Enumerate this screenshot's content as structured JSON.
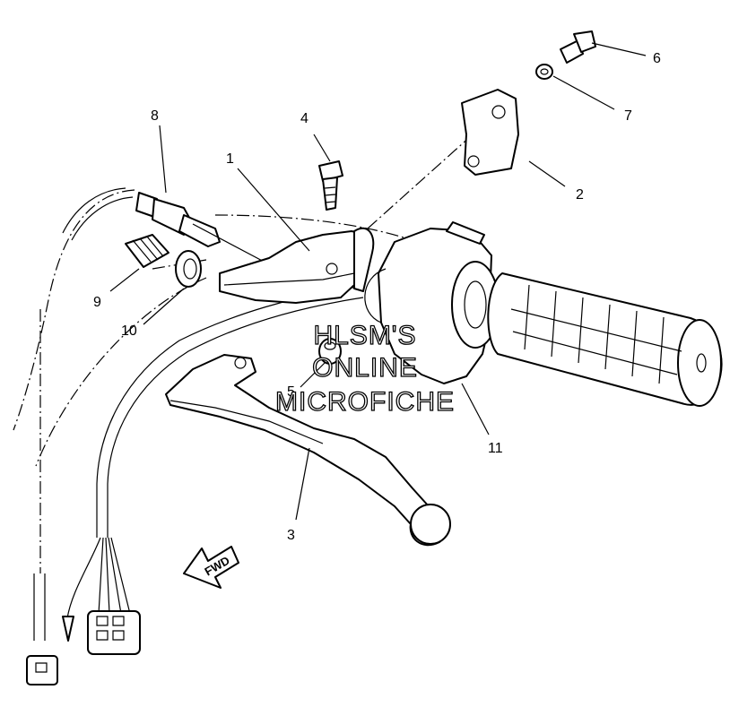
{
  "callouts": [
    "1",
    "2",
    "3",
    "4",
    "5",
    "6",
    "7",
    "8",
    "9",
    "10",
    "11"
  ],
  "watermark": {
    "line1": "HLSM'S",
    "line2": "ONLINE",
    "line3": "MICROFICHE"
  },
  "direction_arrow": "FWD"
}
